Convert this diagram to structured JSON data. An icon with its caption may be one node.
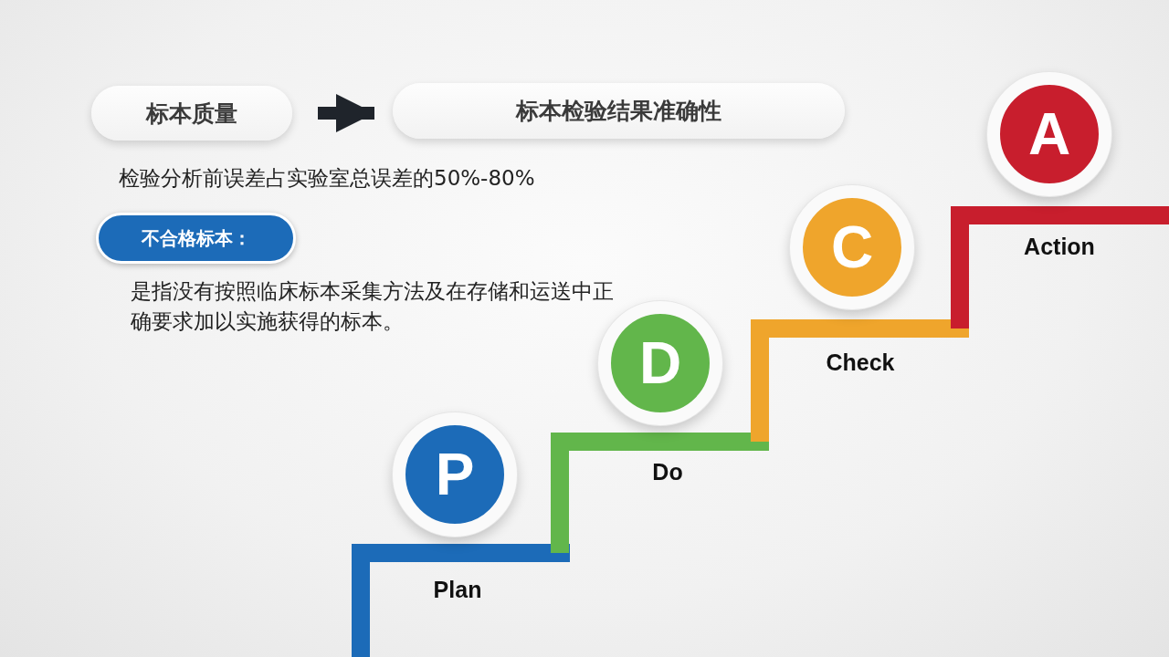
{
  "diagram": {
    "nodes": [
      {
        "text": [
          "标本质量"
        ]
      },
      {
        "text": [
          "标本检验结果准确性"
        ]
      },
      {
        "text": [
          "不合格标本："
        ]
      },
      {
        "text": [
          "P"
        ],
        "beside": [
          "Plan"
        ]
      },
      {
        "text": [
          "D"
        ],
        "beside": [
          "Do"
        ]
      },
      {
        "text": [
          "C"
        ],
        "beside": [
          "Check"
        ]
      },
      {
        "text": [
          "A"
        ],
        "beside": [
          "Action"
        ]
      }
    ],
    "edges": [
      {
        "from": 0,
        "to": 1,
        "arrow": "to"
      }
    ],
    "labels": [
      "检验分析前误差占实验室总误差的50%-80%",
      "是指没有按照临床标本采集方法及在存储和运送中正确要求加以实施获得的标本。"
    ]
  }
}
